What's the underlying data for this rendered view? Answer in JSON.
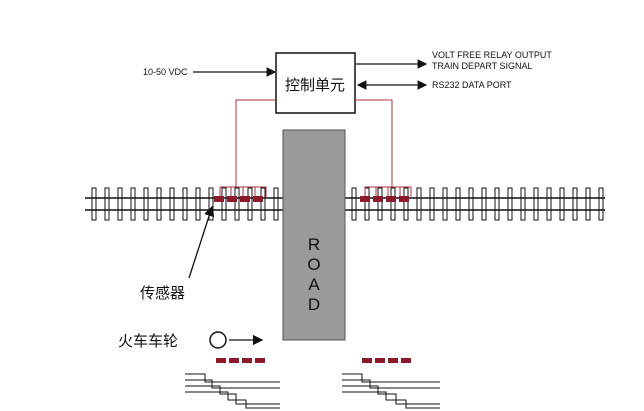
{
  "labels": {
    "power_input": "10-50 VDC",
    "control_unit": "控制单元",
    "relay_output": "VOLT FREE RELAY OUTPUT",
    "train_depart": "TRAIN DEPART SIGNAL",
    "rs232": "RS232 DATA PORT",
    "road": [
      "R",
      "O",
      "A",
      "D"
    ],
    "sensor": "传感器",
    "wheel": "火车车轮"
  },
  "colors": {
    "sensor": "#8b1a2b",
    "wire": "#b03040",
    "road": "#9a9a9a",
    "line": "#111111"
  }
}
